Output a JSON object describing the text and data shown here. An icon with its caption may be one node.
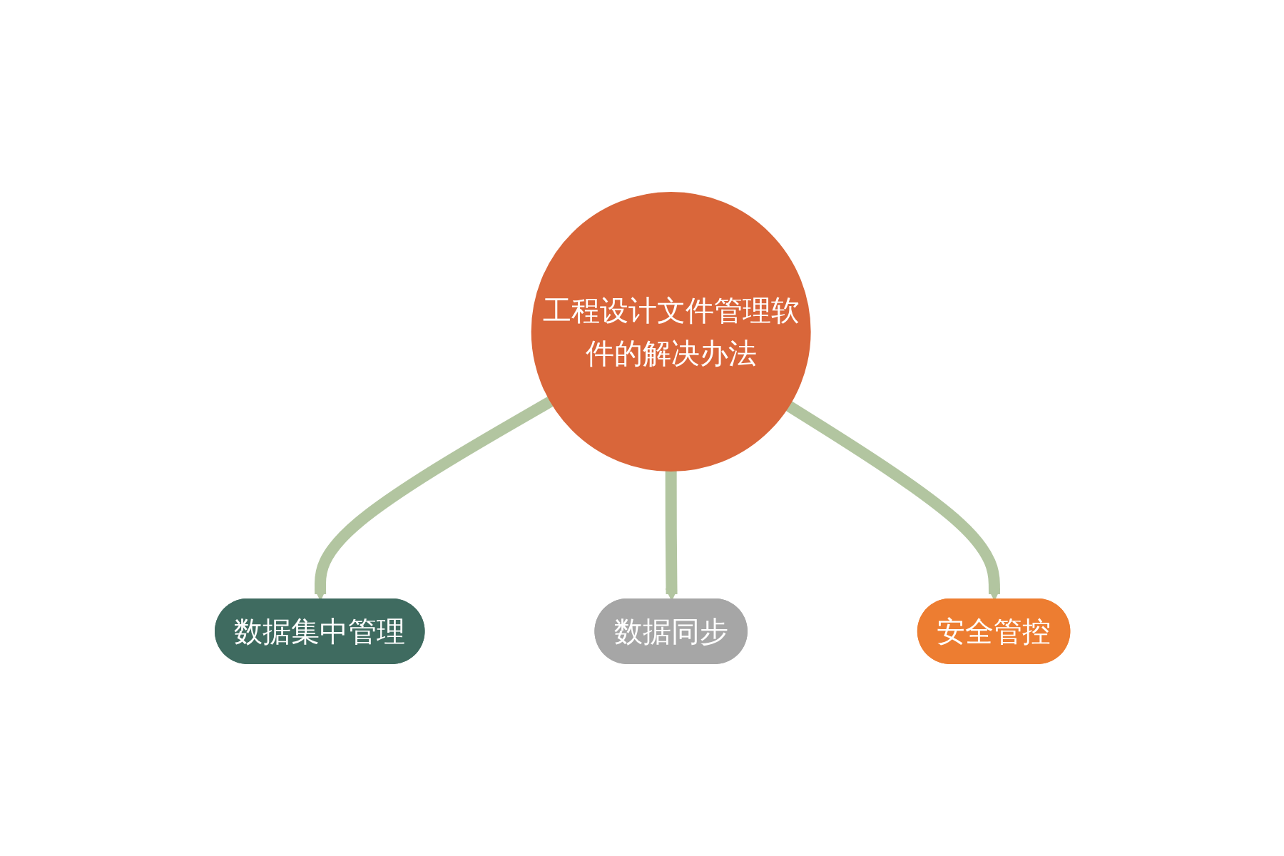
{
  "diagram": {
    "nodes": [
      {
        "text": [
          "工程设计文件管理软件的解决办法"
        ]
      },
      {
        "text": [
          "数据集中管理"
        ]
      },
      {
        "text": [
          "数据同步"
        ]
      },
      {
        "text": [
          "安全管控"
        ]
      }
    ],
    "edges": [
      {
        "from": 0,
        "to": 1,
        "arrow": "to"
      },
      {
        "from": 0,
        "to": 2,
        "arrow": "to"
      },
      {
        "from": 0,
        "to": 3,
        "arrow": "to"
      }
    ]
  }
}
